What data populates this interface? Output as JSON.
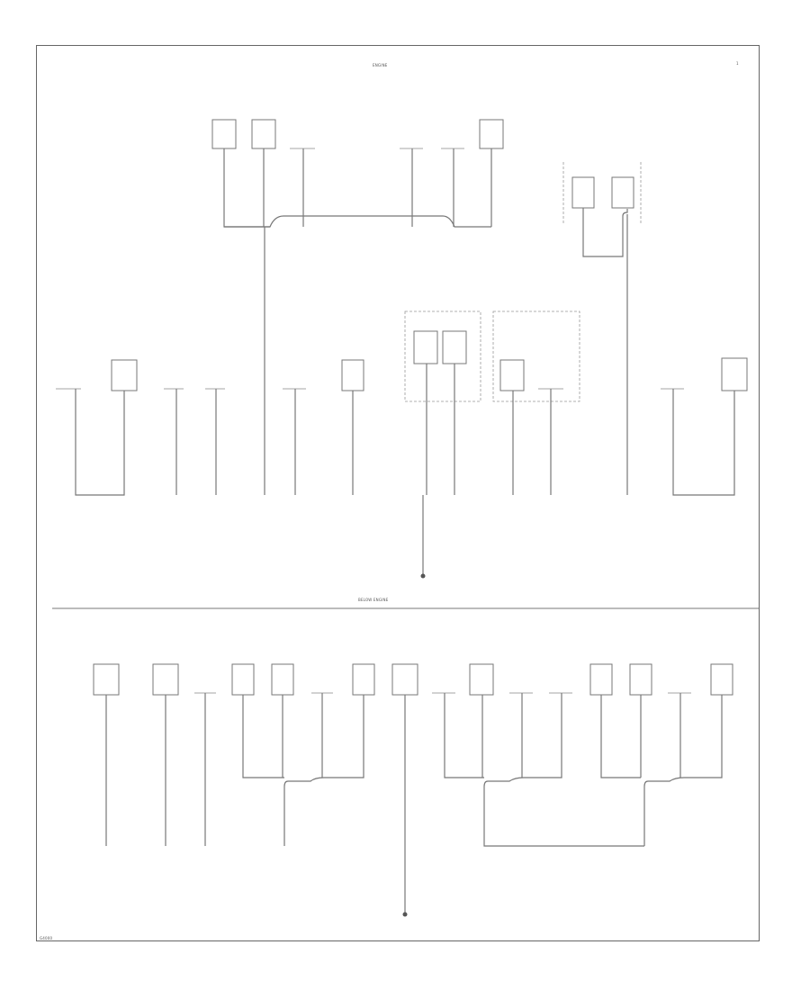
{
  "diagram": {
    "section_top_title": "ENGINE",
    "section_bottom_title": "BELOW ENGINE",
    "figure_id": "G4000",
    "corner_mark": "1"
  }
}
